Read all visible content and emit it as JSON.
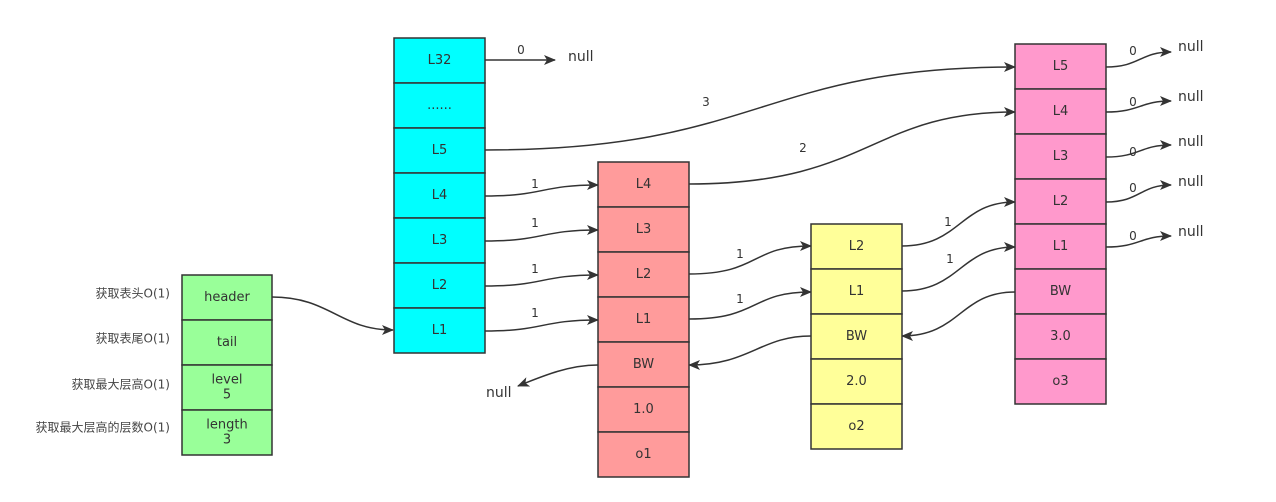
{
  "colors": {
    "head": "#00ffff",
    "node1": "#ff9b9b",
    "node2": "#ffff99",
    "node3": "#ff99cc",
    "list": "#99ff99"
  },
  "annotations": [
    "获取表头O(1)",
    "获取表尾O(1)",
    "获取最大层高O(1)",
    "获取最大层高的层数O(1)"
  ],
  "list": [
    [
      "header"
    ],
    [
      "tail"
    ],
    [
      "level",
      "5"
    ],
    [
      "length",
      "3"
    ]
  ],
  "head": [
    "L32",
    "......",
    "L5",
    "L4",
    "L3",
    "L2",
    "L1"
  ],
  "node1": [
    "L4",
    "L3",
    "L2",
    "L1",
    "BW",
    "1.0",
    "o1"
  ],
  "node2": [
    "L2",
    "L1",
    "BW",
    "2.0",
    "o2"
  ],
  "node3": [
    "L5",
    "L4",
    "L3",
    "L2",
    "L1",
    "BW",
    "3.0",
    "o3"
  ],
  "null_label": "null",
  "span_labels": {
    "head_L32": "0",
    "head_L5": "3",
    "head_L4": "1",
    "head_L3": "1",
    "head_L2": "1",
    "head_L1": "1",
    "node1_L4": "2",
    "node1_L2": "1",
    "node1_L1": "1",
    "node2_L2": "1",
    "node2_L1": "1",
    "node3_L5": "0",
    "node3_L4": "0",
    "node3_L3": "0",
    "node3_L2": "0",
    "node3_L1": "0"
  }
}
